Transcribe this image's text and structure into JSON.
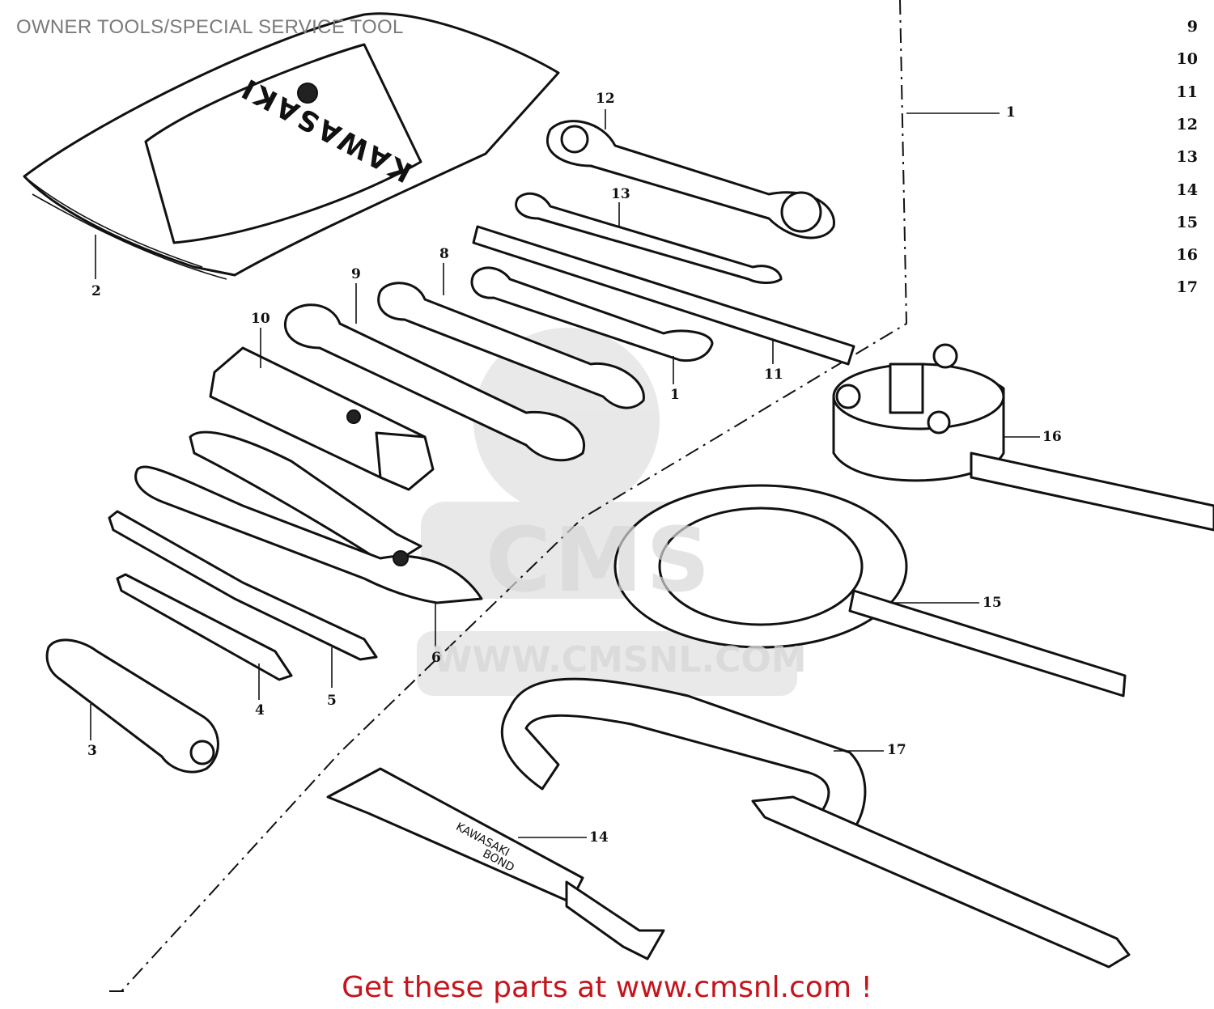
{
  "title": "OWNER TOOLS/SPECIAL SERVICE TOOL",
  "index_numbers": [
    "9",
    "10",
    "11",
    "12",
    "13",
    "14",
    "15",
    "16",
    "17"
  ],
  "callouts": {
    "c1a": "1",
    "c1b": "1",
    "c2": "2",
    "c3": "3",
    "c4": "4",
    "c5": "5",
    "c6": "6",
    "c8": "8",
    "c9": "9",
    "c10": "10",
    "c11": "11",
    "c12": "12",
    "c13": "13",
    "c14": "14",
    "c15": "15",
    "c16": "16",
    "c17": "17"
  },
  "brand_marks": {
    "pouch": "KAWASAKI",
    "tube_line1": "KAWASAKI",
    "tube_line2": "BOND",
    "watermark_logo": "CMS",
    "watermark_url": "WWW.CMSNL.COM"
  },
  "footer": "Get these parts at www.cmsnl.com !",
  "colors": {
    "ink": "#111111",
    "footer": "#c4151c",
    "watermark": "#d8d8d8",
    "title": "#7a7a7a"
  }
}
